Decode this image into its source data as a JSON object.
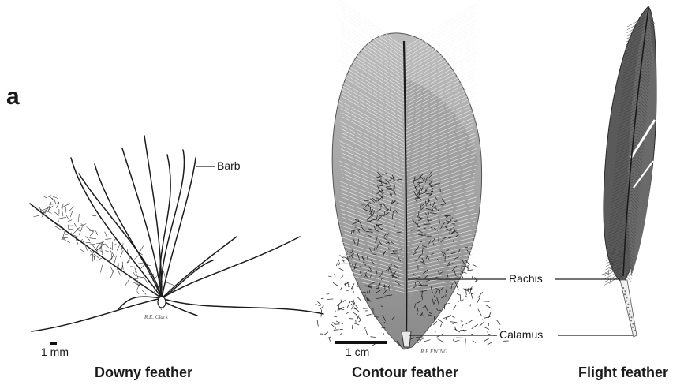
{
  "panel_letter": "a",
  "labels": {
    "barb": "Barb",
    "rachis": "Rachis",
    "calamus": "Calamus"
  },
  "scale_bars": {
    "downy": "1 mm",
    "contour": "1 cm"
  },
  "captions": {
    "downy": "Downy feather",
    "contour": "Contour feather",
    "flight": "Flight feather"
  },
  "signatures": {
    "downy": "R.E. Clark",
    "contour": "R.B.EWING"
  }
}
